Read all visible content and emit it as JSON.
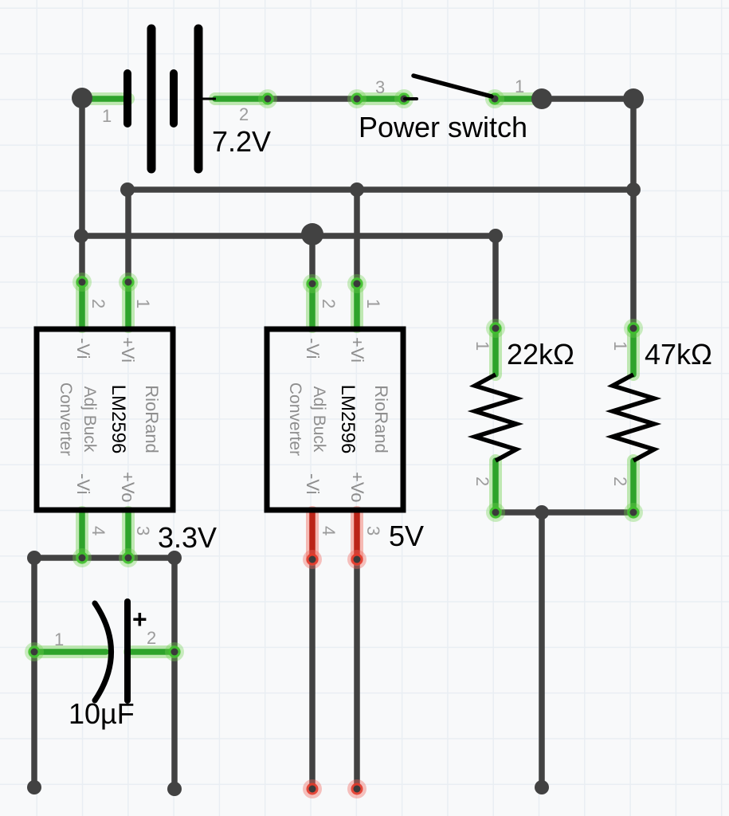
{
  "colors": {
    "wire": "#424242",
    "highlight_green": "#2ea32b",
    "highlight_red": "#bb2418",
    "component": "#000000",
    "pin_text": "#9c9c9c",
    "grid_line": "#e9eef3",
    "background": "#f8f9fa"
  },
  "battery": {
    "value": "7.2V",
    "pin1": "1",
    "pin2": "2"
  },
  "power_switch": {
    "label": "Power switch",
    "pin_in": "3",
    "pin_out": "1"
  },
  "modules": [
    {
      "brand": "RioRand",
      "chip": "LM2596",
      "desc_line1": "Adj Buck",
      "desc_line2": "Converter",
      "pin_labels": {
        "top_left": "-Vi",
        "top_right": "+Vi",
        "bottom_left": "-Vi",
        "bottom_right": "+Vo"
      },
      "pin_numbers": {
        "top_left": "2",
        "top_right": "1",
        "bottom_left": "4",
        "bottom_right": "3"
      },
      "output_value": "3.3V"
    },
    {
      "brand": "RioRand",
      "chip": "LM2596",
      "desc_line1": "Adj Buck",
      "desc_line2": "Converter",
      "pin_labels": {
        "top_left": "-Vi",
        "top_right": "+Vi",
        "bottom_left": "-Vi",
        "bottom_right": "+Vo"
      },
      "pin_numbers": {
        "top_left": "2",
        "top_right": "1",
        "bottom_left": "4",
        "bottom_right": "3"
      },
      "output_value": "5V"
    }
  ],
  "resistors": [
    {
      "value": "22kΩ",
      "pin1": "1",
      "pin2": "2"
    },
    {
      "value": "47kΩ",
      "pin1": "1",
      "pin2": "2"
    }
  ],
  "capacitor": {
    "value": "10µF",
    "pin1": "1",
    "pin2": "2",
    "polarity_mark": "+"
  }
}
